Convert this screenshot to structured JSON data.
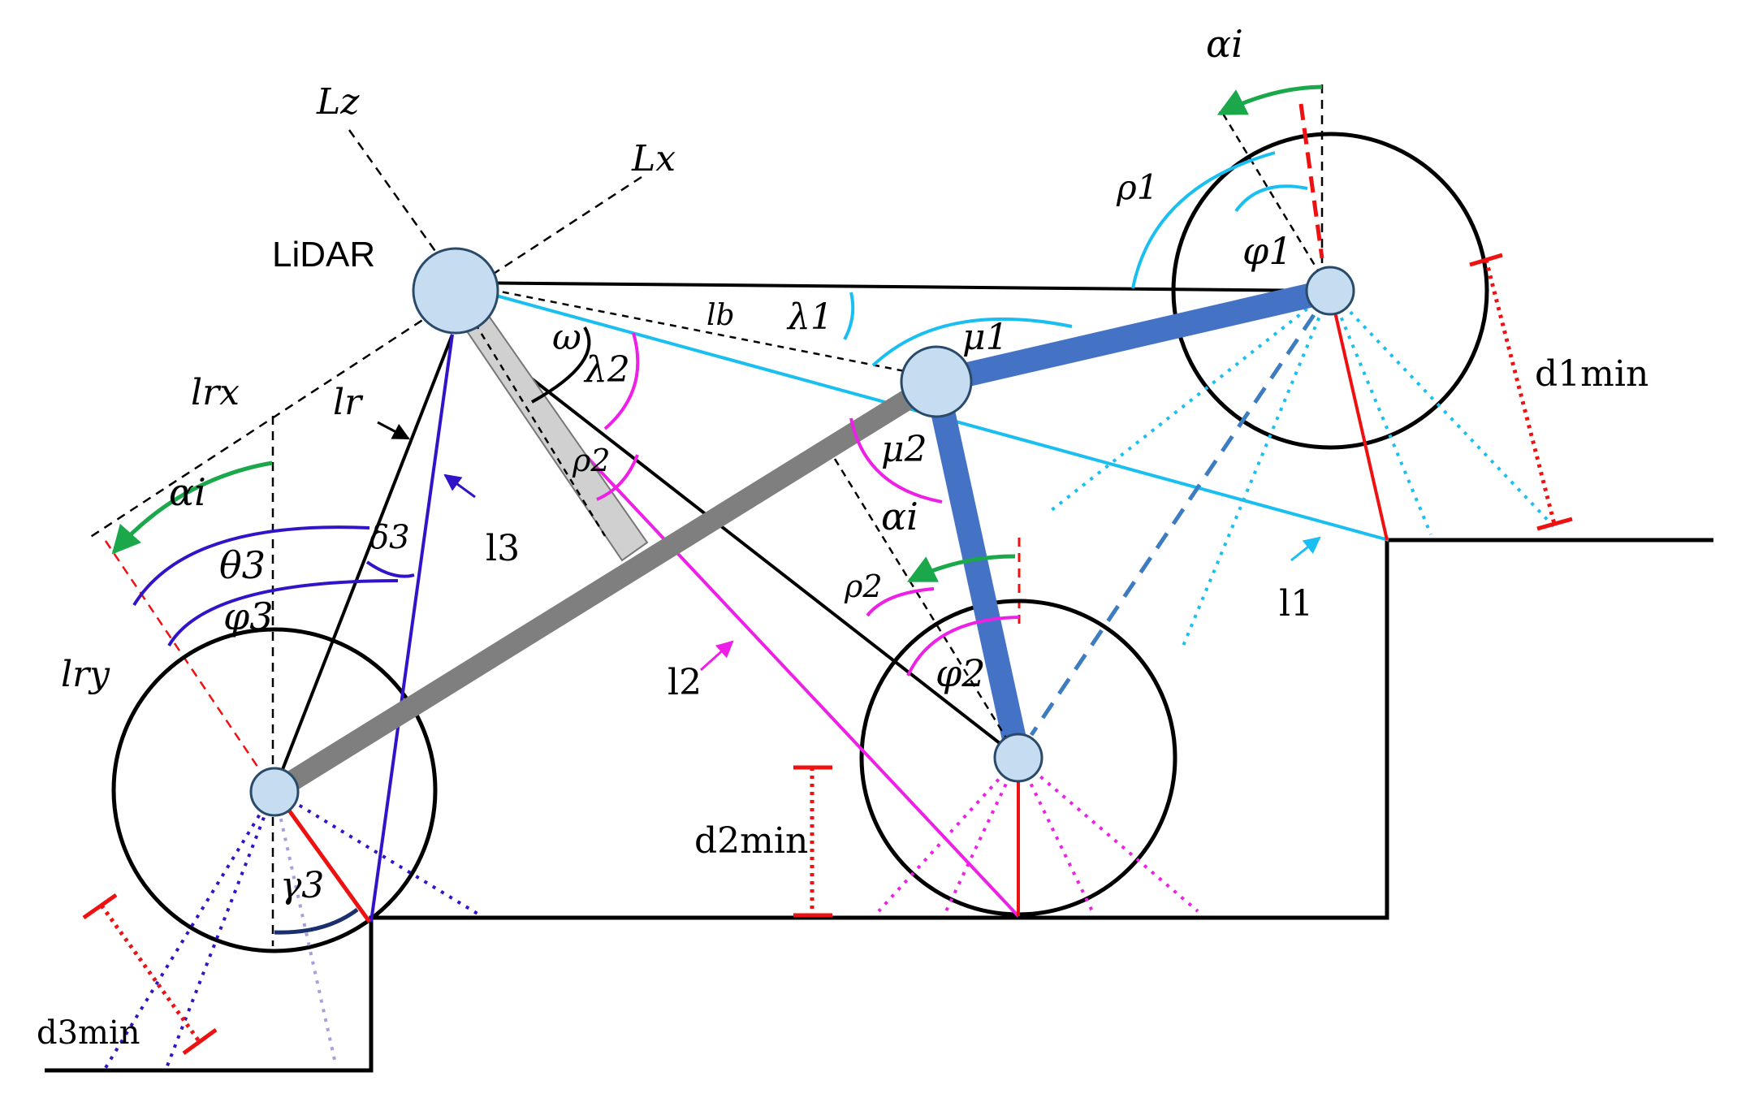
{
  "colors": {
    "black": "#000000",
    "cyan": "#19bff0",
    "magenta": "#ee1fe6",
    "indigo": "#3214c8",
    "navy": "#1a2f6b",
    "red": "#ee1111",
    "green": "#1aa84a",
    "wheel_fill": "#c6dcf0",
    "wheel_stroke": "#2a4a6a",
    "link_blue": "#4472c4",
    "link_dashed": "#3d7cc0",
    "gray_bar": "#7f7f7f",
    "light_gray_bar": "#d0d0d0"
  },
  "labels": {
    "lidar": "LiDAR",
    "lz": "Lz",
    "lx": "Lx",
    "lrx": "lrx",
    "lry": "lry",
    "lr": "lr",
    "lb": "lb",
    "l1": "l1",
    "l2": "l2",
    "l3": "l3",
    "alpha_top": "αi",
    "alpha_left": "αi",
    "alpha_mid": "αi",
    "rho1": "ρ1",
    "rho2_mid": "ρ2",
    "rho2_upper": "ρ2",
    "phi1": "φ1",
    "phi2": "φ2",
    "phi3": "φ3",
    "theta3": "θ3",
    "delta3": "δ3",
    "gamma3": "γ3",
    "lambda1": "λ1",
    "lambda2": "λ2",
    "mu1": "μ1",
    "mu2": "μ2",
    "omega": "ω",
    "d1min": "d1min",
    "d2min": "d2min",
    "d3min": "d3min"
  }
}
